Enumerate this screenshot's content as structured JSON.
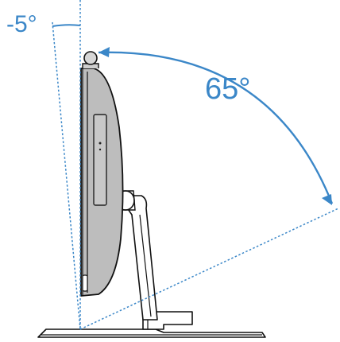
{
  "diagram": {
    "labels": {
      "tilt_back": "-5°",
      "tilt_forward": "65°"
    },
    "colors": {
      "accent": "#3b87c8",
      "outline": "#111111",
      "panel": "#bdbdbd",
      "stand": "#ffffff"
    },
    "icons": {
      "monitor": "all-in-one-monitor-side-view",
      "camera": "webcam",
      "stand": "adjustable-stand"
    }
  }
}
